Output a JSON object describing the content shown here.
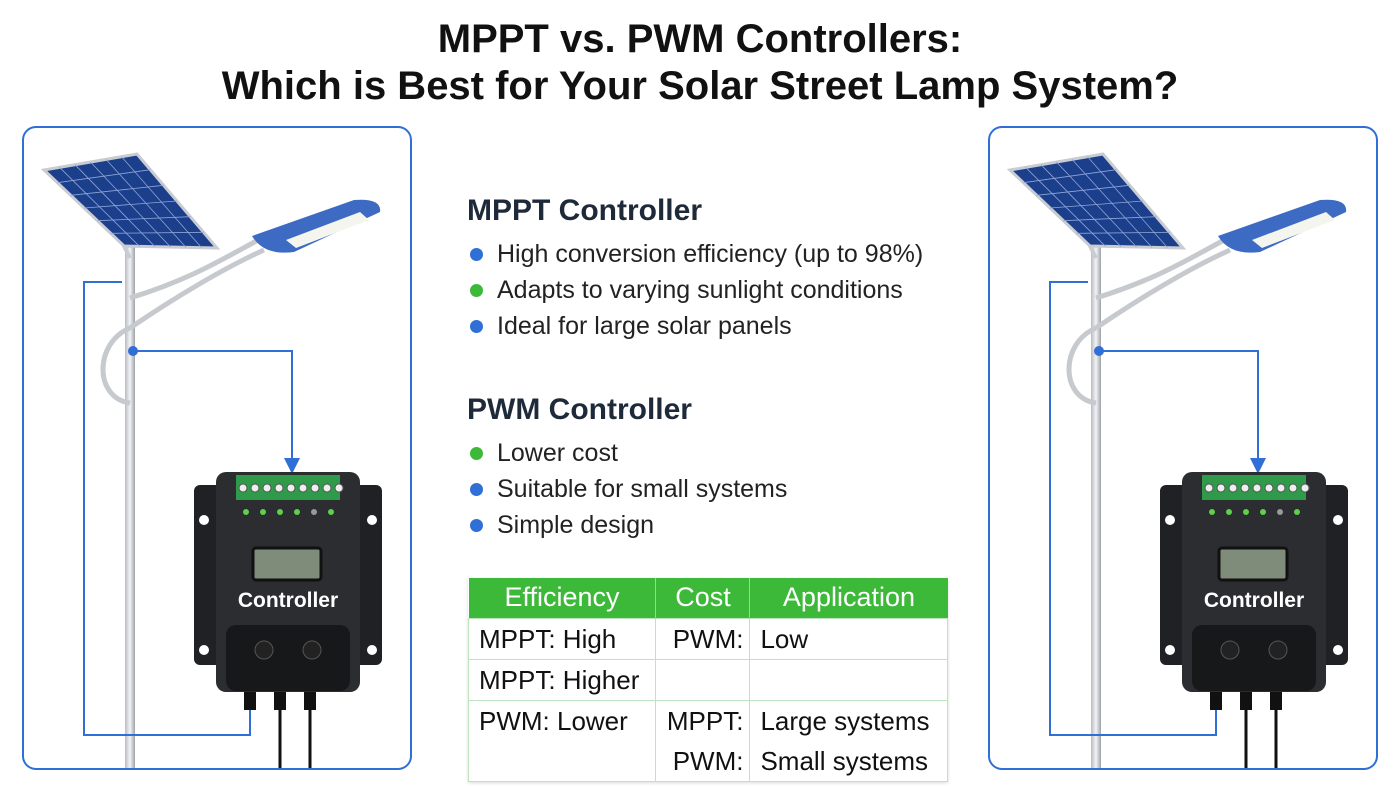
{
  "title": {
    "line1": "MPPT vs. PWM Controllers:",
    "line2": "Which is Best for Your Solar Street Lamp System?"
  },
  "colors": {
    "accent_blue": "#2f6fd6",
    "accent_green": "#3db93a",
    "controller_body": "#2b2d30"
  },
  "illustration": {
    "controller_label": "Controller"
  },
  "mppt": {
    "title": "MPPT Controller",
    "bullets": [
      {
        "text": "High conversion efficiency (up to 98%)",
        "color": "#2f6fd6"
      },
      {
        "text": "Adapts to varying sunlight conditions",
        "color": "#3db93a"
      },
      {
        "text": "Ideal for large solar panels",
        "color": "#2f6fd6"
      }
    ]
  },
  "pwm": {
    "title": "PWM Controller",
    "bullets": [
      {
        "text": "Lower cost",
        "color": "#3db93a"
      },
      {
        "text": "Suitable for small systems",
        "color": "#2f6fd6"
      },
      {
        "text": "Simple design",
        "color": "#2f6fd6"
      }
    ]
  },
  "table": {
    "headers": [
      "Efficiency",
      "Cost",
      "Application"
    ],
    "rows": [
      [
        "MPPT: High",
        "PWM:",
        "Low"
      ],
      [
        "MPPT: Higher",
        "",
        ""
      ],
      [
        "PWM: Lower",
        "MPPT:",
        "Large systems"
      ],
      [
        "",
        "PWM:",
        "Small systems"
      ]
    ]
  }
}
